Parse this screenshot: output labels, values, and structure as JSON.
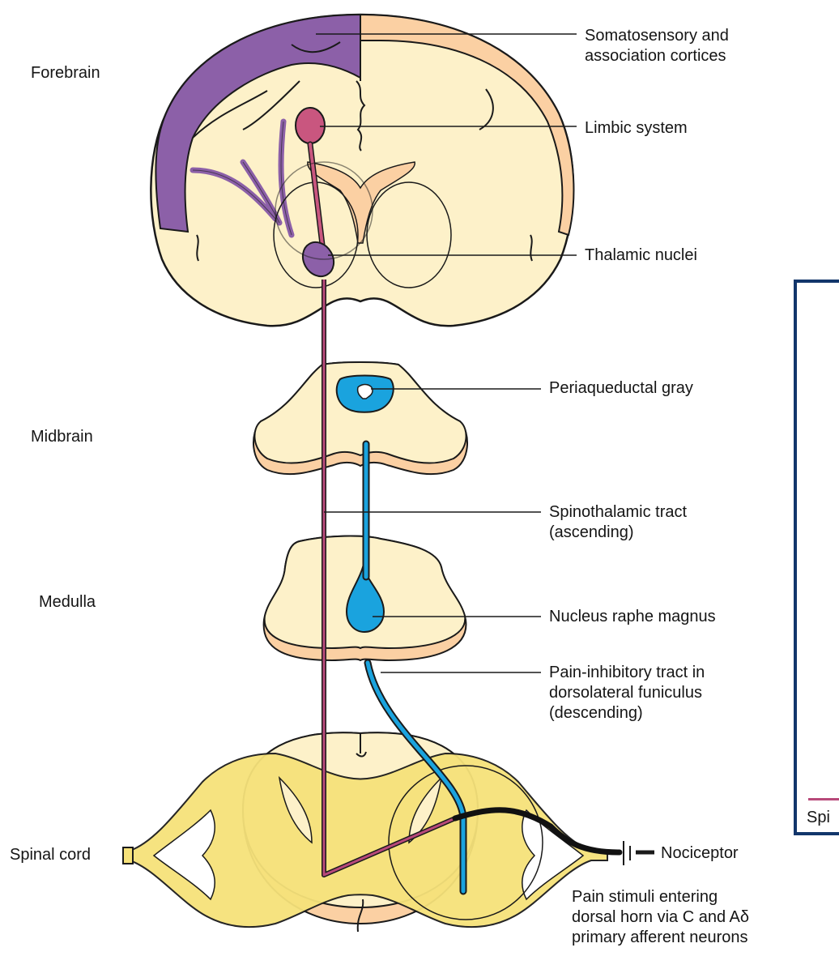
{
  "colors": {
    "background": "#ffffff",
    "tissue": "#fdf1c9",
    "tissue_outline": "#1a1a1a",
    "edge_peach": "#fbd0a3",
    "cortex_purple": "#8c60a8",
    "limbic_pink": "#c9567f",
    "spinothalamic_pink": "#b8497a",
    "inhibitory_blue": "#1aa3de",
    "spinal_yellow": "#f6e27a",
    "inset_border": "#12366b"
  },
  "regions": {
    "forebrain": "Forebrain",
    "midbrain": "Midbrain",
    "medulla": "Medulla",
    "spinal_cord": "Spinal cord"
  },
  "labels": {
    "cortices_line1": "Somatosensory and",
    "cortices_line2": "association cortices",
    "limbic": "Limbic system",
    "thalamic": "Thalamic nuclei",
    "pag": "Periaqueductal gray",
    "spinothalamic_line1": "Spinothalamic tract",
    "spinothalamic_line2": "(ascending)",
    "raphe": "Nucleus raphe magnus",
    "inhibitory_line1": "Pain-inhibitory tract in",
    "inhibitory_line2": "dorsolateral funiculus",
    "inhibitory_line3": "(descending)",
    "nociceptor": "Nociceptor",
    "stimuli_line1": "Pain stimuli entering",
    "stimuli_line2": "dorsal horn via C and Aδ",
    "stimuli_line3": "primary afferent neurons"
  },
  "inset": {
    "legend_text": "Spi"
  }
}
